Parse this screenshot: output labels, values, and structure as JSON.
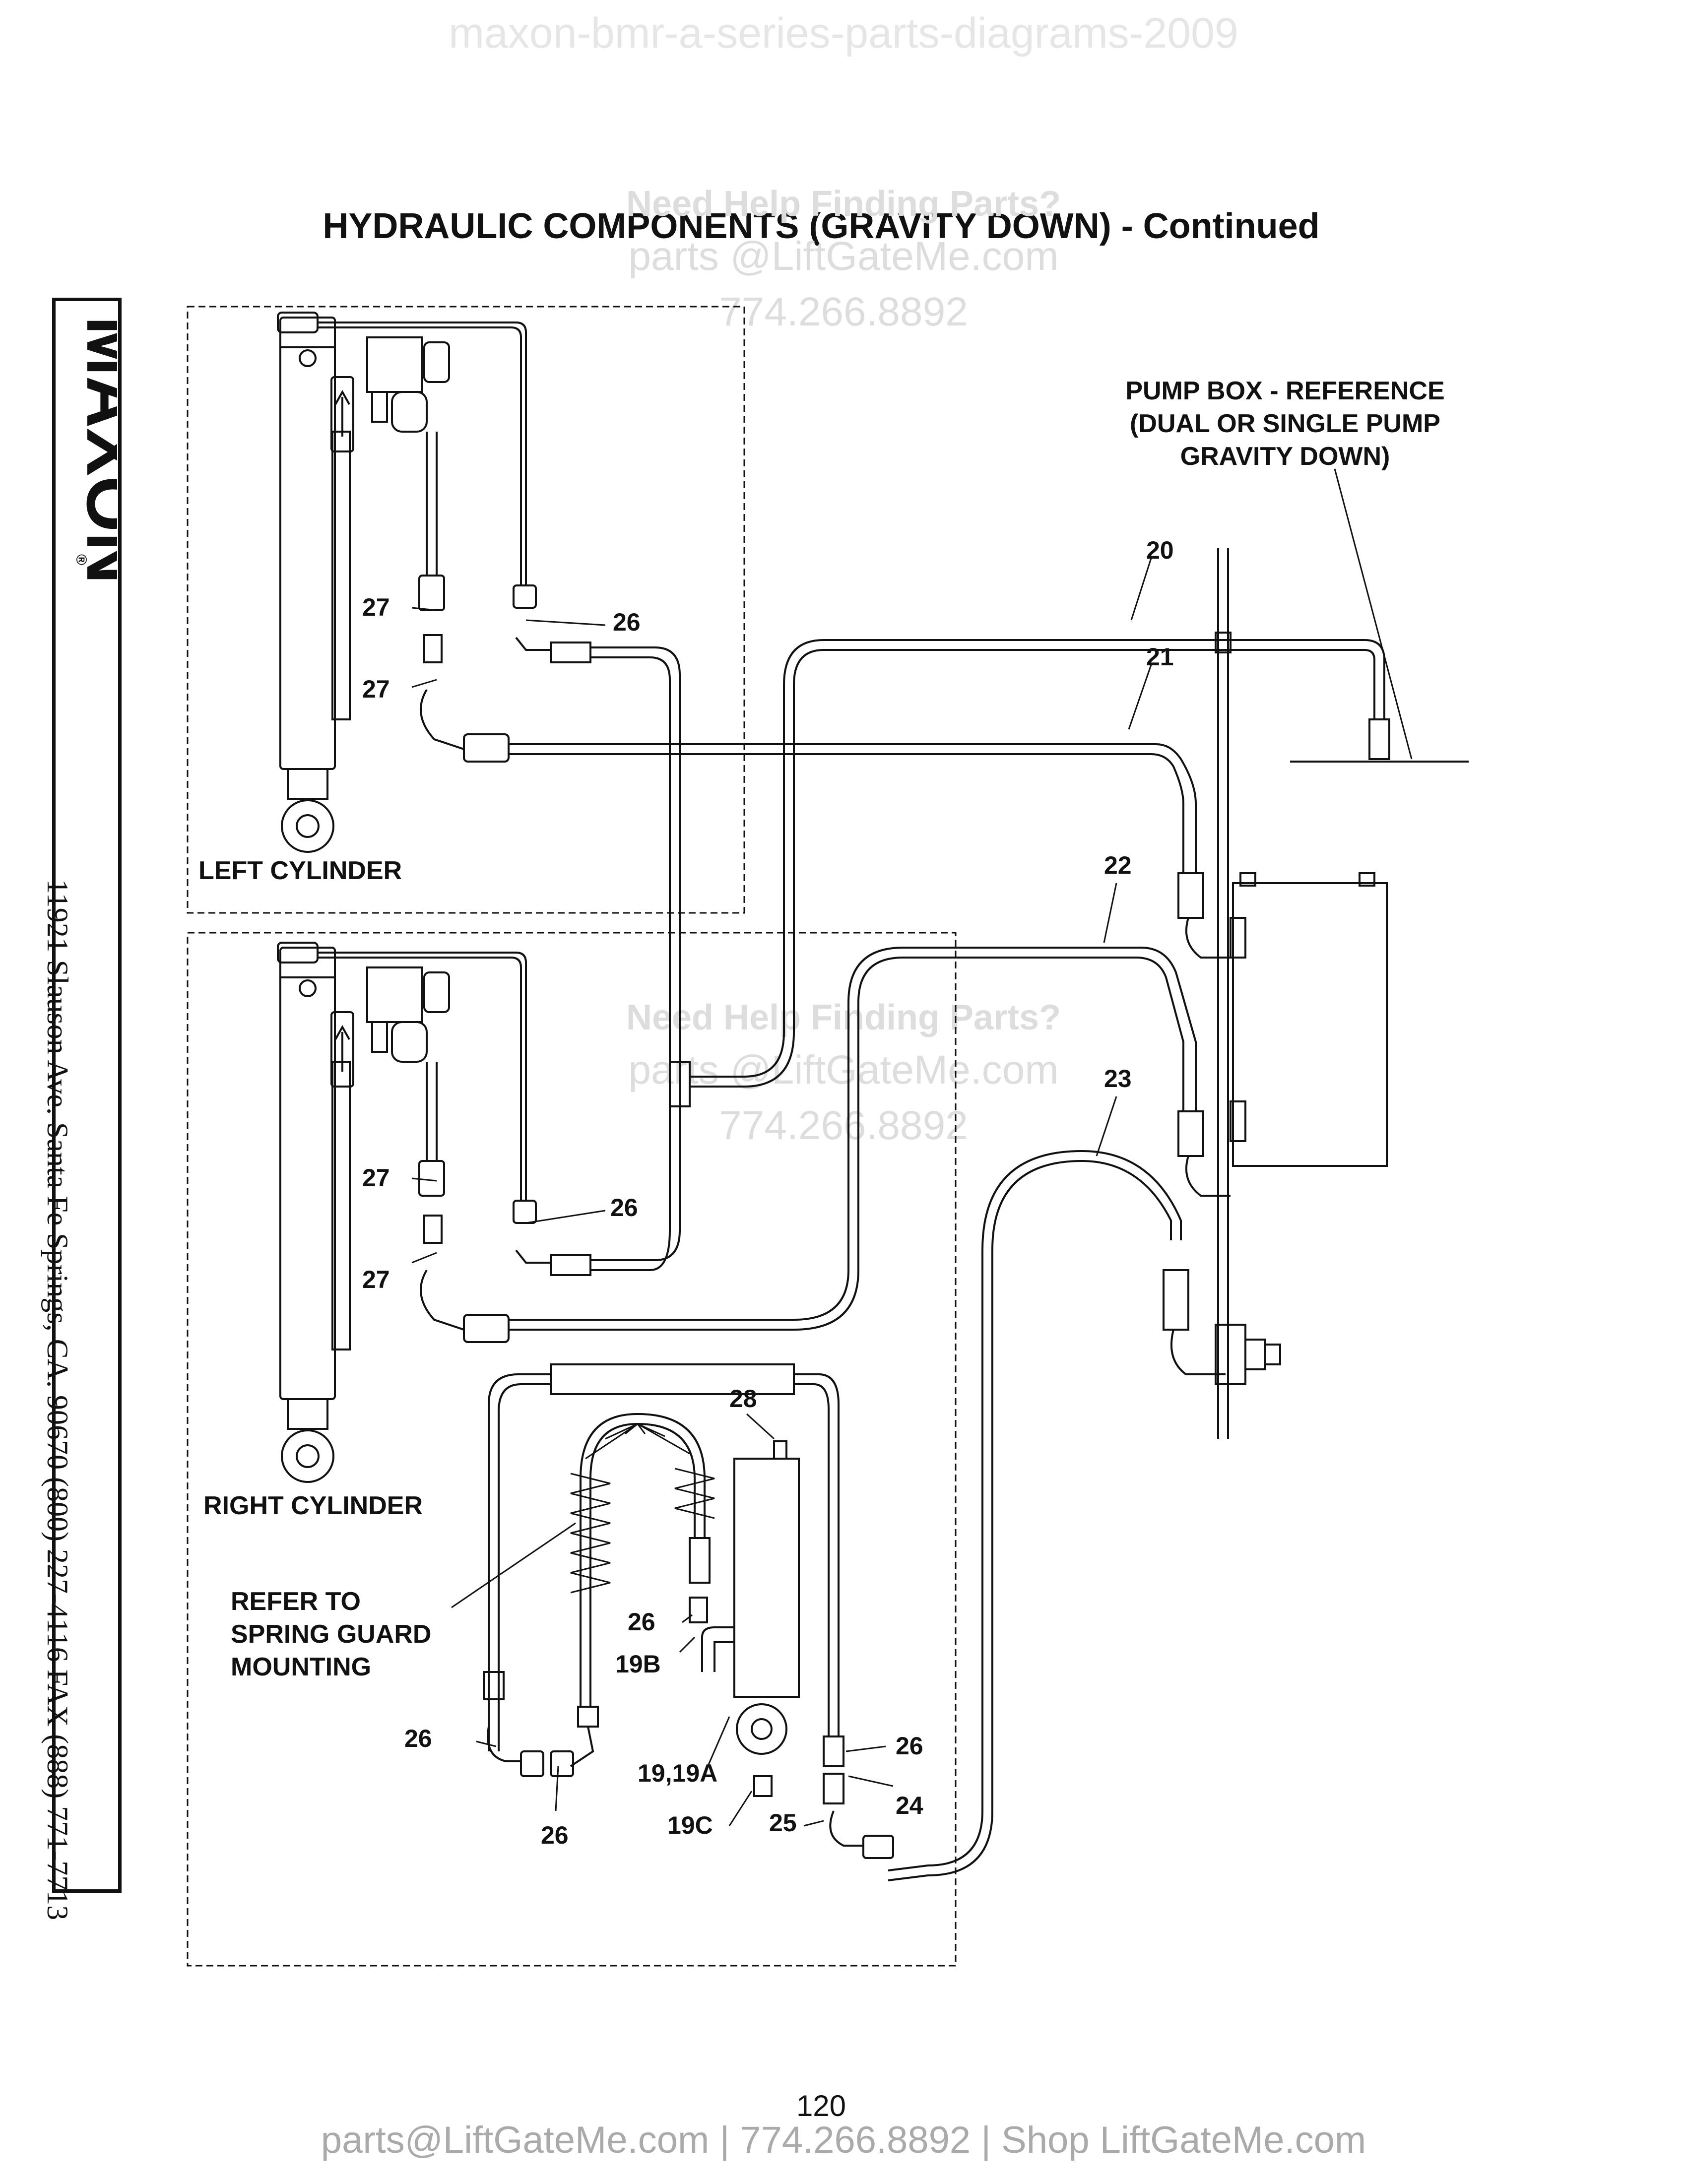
{
  "watermark_top": "maxon-bmr-a-series-parts-diagrams-2009",
  "title": "HYDRAULIC COMPONENTS (GRAVITY DOWN) - Continued",
  "help_watermark": {
    "heading": "Need Help Finding Parts?",
    "email": "parts @LiftGateMe.com",
    "phone": "774.266.8892"
  },
  "sidebar": {
    "brand": "MAXON",
    "registered_mark": "®",
    "address": "11921 Slauson Ave.  Santa Fe Springs, CA.  90670  (800) 227-4116  FAX (888) 771-7713"
  },
  "labels": {
    "left_cylinder": "LEFT CYLINDER",
    "right_cylinder": "RIGHT CYLINDER",
    "pump_box_line1": "PUMP BOX - REFERENCE",
    "pump_box_line2": "(DUAL OR SINGLE PUMP",
    "pump_box_line3": "GRAVITY DOWN)",
    "spring_guard_line1": "REFER TO",
    "spring_guard_line2": "SPRING GUARD",
    "spring_guard_line3": "MOUNTING"
  },
  "callouts": {
    "c20": "20",
    "c21": "21",
    "c22": "22",
    "c23": "23",
    "c24": "24",
    "c25": "25",
    "c26": "26",
    "c27": "27",
    "c28": "28",
    "c19b": "19B",
    "c19_19a": "19,19A",
    "c19c": "19C"
  },
  "page_number": "120",
  "footer": "parts@LiftGateMe.com | 774.266.8892 | Shop LiftGateMe.com"
}
